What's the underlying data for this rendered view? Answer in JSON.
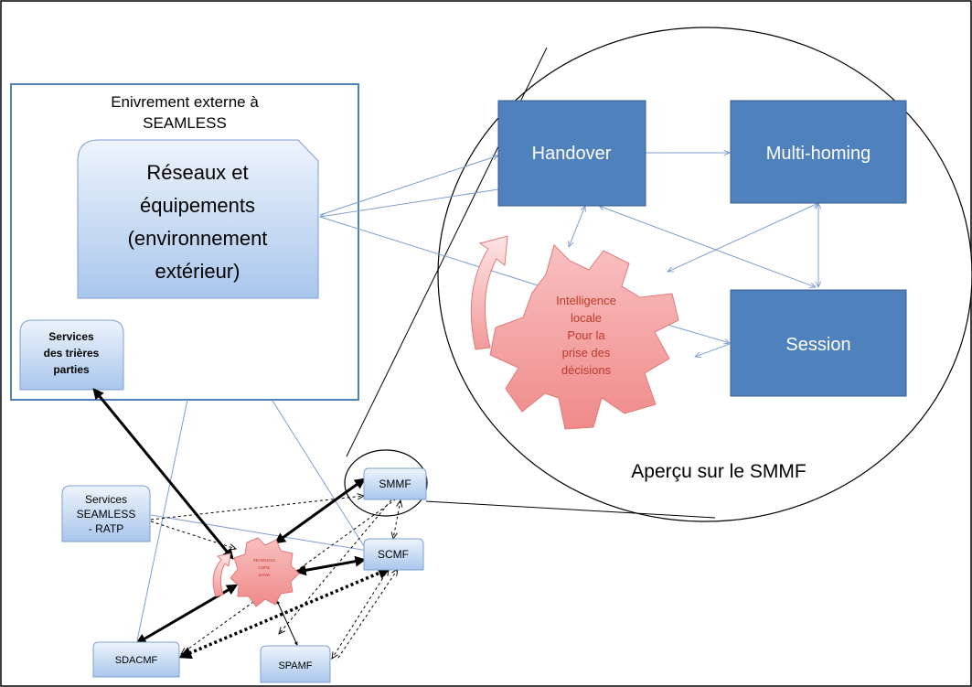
{
  "external_env": {
    "title_line1": "Enivrement externe à",
    "title_line2": "SEAMLESS",
    "networks_line1": "Réseaux et",
    "networks_line2": "équipements",
    "networks_line3": "(environnement",
    "networks_line4": "extérieur)"
  },
  "third_party": {
    "line1": "Services",
    "line2": "des trières",
    "line3": "parties"
  },
  "seamless_ratp": {
    "line1": "Services",
    "line2": "SEAMLESS",
    "line3": "- RATP"
  },
  "smmf_view": {
    "handover": "Handover",
    "multihoming": "Multi-homing",
    "session": "Session",
    "caption": "Aperçu sur le SMMF",
    "intelligence_line1": "Intelligence",
    "intelligence_line2": "locale",
    "intelligence_line3": "Pour la",
    "intelligence_line4": "prise des",
    "intelligence_line5": "décisions"
  },
  "modules": {
    "smmf": "SMMF",
    "scmf": "SCMF",
    "sdacmf": "SDACMF",
    "spamf": "SPAMF"
  },
  "core_server": {
    "line1": "SEAMLESS",
    "line2": "CORE",
    "line3": "Server"
  },
  "colors": {
    "dark_box": "#4f81bd",
    "light_box": "#c6d9f1",
    "gear": "#f08c8c",
    "gear_text": "#c0392b",
    "connector": "#7f9fcf"
  }
}
